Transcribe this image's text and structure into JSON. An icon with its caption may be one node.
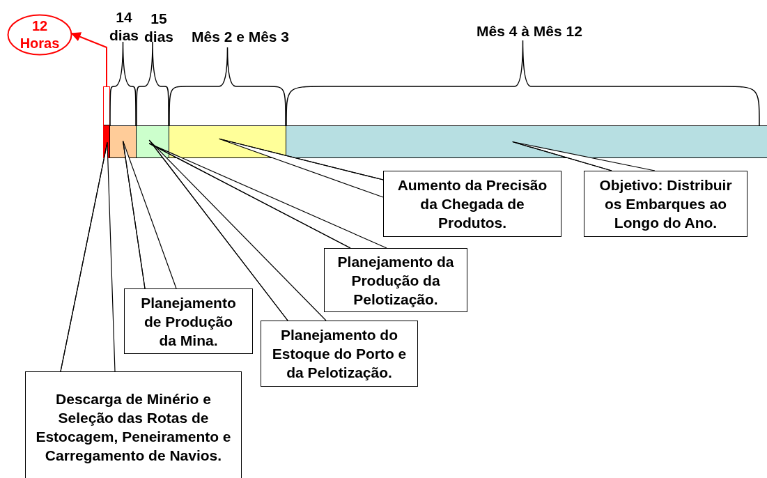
{
  "diagram": {
    "nodes": [
      {
        "text": [],
        "shape": "bar"
      },
      {
        "text": [],
        "shape": "bar"
      },
      {
        "text": [],
        "shape": "bar"
      },
      {
        "text": [],
        "shape": "bar"
      },
      {
        "text": [],
        "shape": "bar"
      },
      {
        "text": [
          "12 Horas"
        ]
      },
      {
        "text": [
          "Aumento da Precisão da Chegada de Produtos."
        ]
      },
      {
        "text": [
          "Objetivo: Distribuir os Embarques ao Longo do Ano."
        ]
      },
      {
        "text": [
          "Planejamento da Produção da Pelotização."
        ]
      },
      {
        "text": [
          "Planejamento de Produção da Mina."
        ]
      },
      {
        "text": [
          "Planejamento do Estoque do Porto e da Pelotização."
        ]
      },
      {
        "text": [
          "Descarga de Minério e Seleção das Rotas de Estocagem, Peneiramento e Carregamento de Navios."
        ]
      }
    ],
    "edges": [
      {
        "from": 0,
        "to": 5,
        "arrow": "to",
        "color": "#ff0000"
      },
      {
        "from": 6,
        "to": 3,
        "arrow": "none"
      },
      {
        "from": 7,
        "to": 4,
        "arrow": "none"
      },
      {
        "from": 8,
        "to": 2,
        "arrow": "none"
      },
      {
        "from": 9,
        "to": 1,
        "arrow": "none"
      },
      {
        "from": 10,
        "to": 2,
        "arrow": "none"
      },
      {
        "from": 11,
        "to": 0,
        "arrow": "none"
      }
    ],
    "labels": [
      "14 dias",
      "15 dias",
      "Mês 2 e Mês 3",
      "Mês 4 à Mês 12"
    ]
  }
}
